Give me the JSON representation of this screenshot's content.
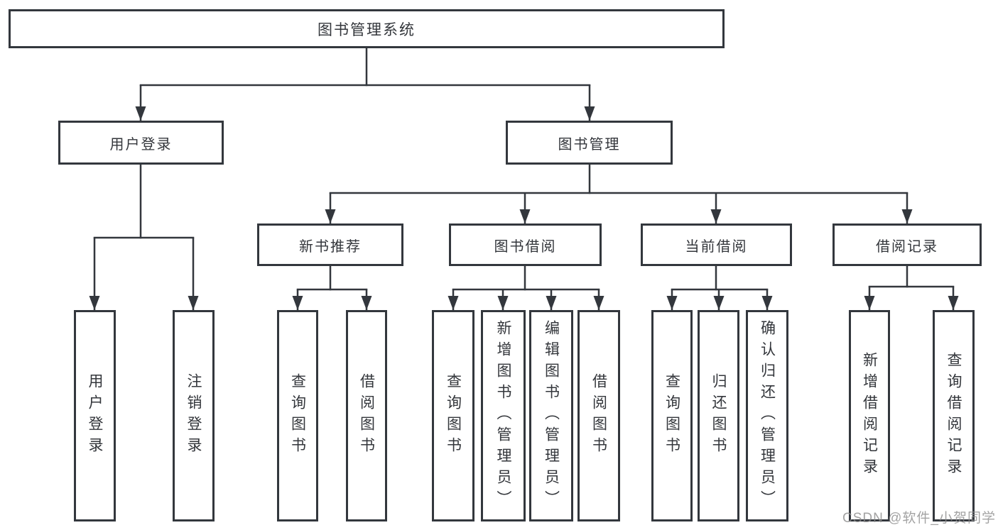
{
  "title": "图书管理系统",
  "watermark": "CSDN @软件_小贺同学",
  "colors": {
    "line": "#33373d",
    "box_border": "#33373d",
    "box_fill": "#ffffff",
    "text": "#33363b",
    "watermark": "#8c8c8c",
    "background": "#ffffff"
  },
  "tree": {
    "root": "图书管理系统",
    "branches": [
      {
        "label": "用户登录",
        "leaves": [
          "用户登录",
          "注销登录"
        ]
      },
      {
        "label": "图书管理",
        "groups": [
          {
            "label": "新书推荐",
            "leaves": [
              "查询图书",
              "借阅图书"
            ]
          },
          {
            "label": "图书借阅",
            "leaves": [
              "查询图书",
              "新增图书（管理员）",
              "编辑图书（管理员）",
              "借阅图书"
            ]
          },
          {
            "label": "当前借阅",
            "leaves": [
              "查询图书",
              "归还图书",
              "确认归还（管理员）"
            ]
          },
          {
            "label": "借阅记录",
            "leaves": [
              "新增借阅记录",
              "查询借阅记录"
            ]
          }
        ]
      }
    ]
  }
}
